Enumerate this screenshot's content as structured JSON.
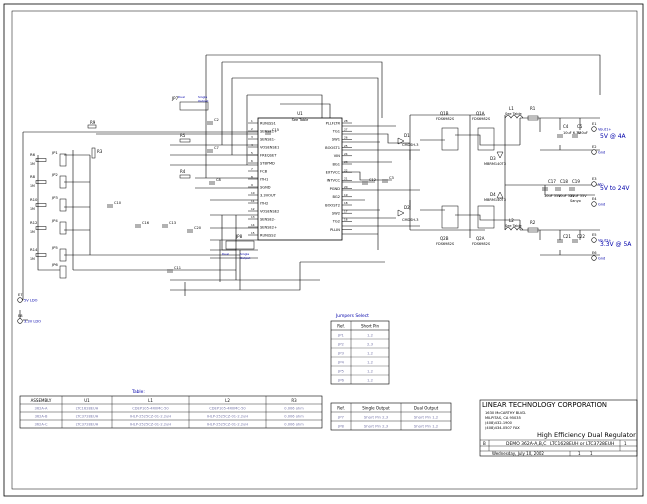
{
  "ic": {
    "pins_left": [
      "RUN/SS1",
      "SENSE1+",
      "SENSE1-",
      "VOSENSE1",
      "FREQSET",
      "STBYMD",
      "FCB",
      "ITH1",
      "SGND",
      "3.3VOUT",
      "ITH2",
      "VOSENSE2",
      "SENSE2-",
      "SENSE2+",
      "RUN/SS2"
    ],
    "pins_right": [
      "PLLFLTR",
      "TG1",
      "SW1",
      "BOOST1",
      "VIN",
      "BG1",
      "EXTVCC",
      "INTVCC",
      "PGND",
      "BG2",
      "BOOST2",
      "SW2",
      "TG2",
      "PLLIN"
    ],
    "num_left": [
      "1",
      "2",
      "3",
      "4",
      "5",
      "6",
      "7",
      "8",
      "9",
      "10",
      "11",
      "12",
      "13",
      "14",
      "15"
    ],
    "num_right": [
      "28",
      "27",
      "26",
      "25",
      "24",
      "23",
      "22",
      "21",
      "20",
      "19",
      "18",
      "17",
      "16"
    ],
    "ref": "U1",
    "note": "See Table"
  },
  "labels": {
    "jp_left": [
      "JP1",
      "JP2",
      "JP3",
      "JP4",
      "JP5",
      "JP6"
    ],
    "r_left": [
      "R6",
      "R8",
      "R10",
      "R12",
      "R14"
    ],
    "r_left_val": [
      "1M",
      "1M",
      "1M",
      "1M",
      "1M"
    ],
    "r_mid": [
      "R9",
      "R3",
      "R5",
      "R4"
    ],
    "c_misc": [
      "C10",
      "C16",
      "C13",
      "C11",
      "C20",
      "C2",
      "C7",
      "C8",
      "C15",
      "C3",
      "C12"
    ],
    "q_top": [
      "Q1B",
      "Q1A"
    ],
    "q_bot": [
      "Q2B",
      "Q2A"
    ],
    "q_top_part": [
      "FDS6982S",
      "FDS6982S"
    ],
    "q_bot_part": [
      "FDS6982S",
      "FDS6982S"
    ],
    "l1": "L1",
    "l1_val": "See Table",
    "l2": "L2",
    "l2_val": "See Table",
    "r_sense1": "R1",
    "r_sense2": "R2",
    "d_top": "D1",
    "d_top_part": "CMDSH-3",
    "d_bot": "D2",
    "d_bot_part": "CMDSH-3",
    "d3": "D3",
    "d3_part": "MBRM140T3",
    "d4": "D4",
    "d4_part": "MBRM140T3",
    "jp7": "JP7",
    "jp8": "JP8",
    "jp7_opts": [
      "Dual",
      "Single",
      "Output"
    ],
    "jp8_opts": [
      "Dual",
      "Single",
      "Output"
    ]
  },
  "terminals": [
    {
      "id": "E1",
      "name": "Vout1+"
    },
    {
      "id": "E2",
      "name": "Gnd"
    },
    {
      "id": "E3",
      "name": "Vin"
    },
    {
      "id": "E4",
      "name": "Gnd"
    },
    {
      "id": "E5",
      "name": "Vout2+"
    },
    {
      "id": "E6",
      "name": "Gnd"
    },
    {
      "id": "E7",
      "name": "5V LDO"
    },
    {
      "id": "E8",
      "name": "3.3V LDO"
    }
  ],
  "rails": {
    "out1": "5V @ 4A",
    "vin": "5V to 24V",
    "out2": "3.3V @ 5A"
  },
  "caps_out": {
    "c4": "C4",
    "c4_val": "10uF 6.3V",
    "c5": "C5",
    "c5_val": "150uF",
    "c21": "C21",
    "c22": "C22",
    "c_in": [
      "C17",
      "C18",
      "C19"
    ],
    "c_in_val": [
      "10uF 35V",
      "10uF 35V",
      "22uF 35V"
    ],
    "sanyo": "Sanyo"
  },
  "jumper_table": {
    "title": "Jumpers Select",
    "headers": [
      "Ref.",
      "Short Pin"
    ],
    "rows": [
      [
        "JP1",
        "1,2"
      ],
      [
        "JP2",
        "2,3"
      ],
      [
        "JP3",
        "1,2"
      ],
      [
        "JP4",
        "1,2"
      ],
      [
        "JP5",
        "1,2"
      ],
      [
        "JP6",
        "1,2"
      ]
    ]
  },
  "output_table": {
    "headers": [
      "Ref.",
      "Single Output",
      "Dual Output"
    ],
    "rows": [
      [
        "JP7",
        "Short Pin 2,3",
        "Short Pin 1,2"
      ],
      [
        "JP8",
        "Short Pin 2,3",
        "Short Pin 1,2"
      ]
    ]
  },
  "assembly_table": {
    "title": "Table:",
    "headers": [
      "ASSEMBLY",
      "U1",
      "L1",
      "L2",
      "R3"
    ],
    "rows": [
      [
        "362A-A",
        "LTC1628EUH",
        "CDEP105-4R0MC-50",
        "CDEP105-4R0MC-50",
        "0.006 ohm"
      ],
      [
        "362A-B",
        "LTC3728EUH",
        "IHLP-2525CZ-01-2.2uH",
        "IHLP-2525CZ-01-2.2uH",
        "0.006 ohm"
      ],
      [
        "362A-C",
        "LTC3728EUH",
        "IHLP-2525CZ-01-2.2uH",
        "IHLP-2525CZ-01-2.2uH",
        "0.006 ohm"
      ]
    ]
  },
  "title_block": {
    "company": "LINEAR TECHNOLOGY CORPORATION",
    "address": [
      "1630 McCARTHY BLVD.",
      "MILPITAS, CA  95035",
      "(408)432-1900",
      "(408)434-0507 FAX"
    ],
    "title": "High Efficiency Dual Regulator",
    "size": "B",
    "doc_no": "DEMO 362A-A,B,C",
    "part": "LTC1628EUH or LTC3728EUH",
    "date": "Wednesday, July 10, 2002",
    "sheet": "1",
    "of": "1",
    "rev": "1"
  },
  "colors": {
    "wire": "#000000",
    "label": "#0000aa",
    "border": "#000000"
  }
}
